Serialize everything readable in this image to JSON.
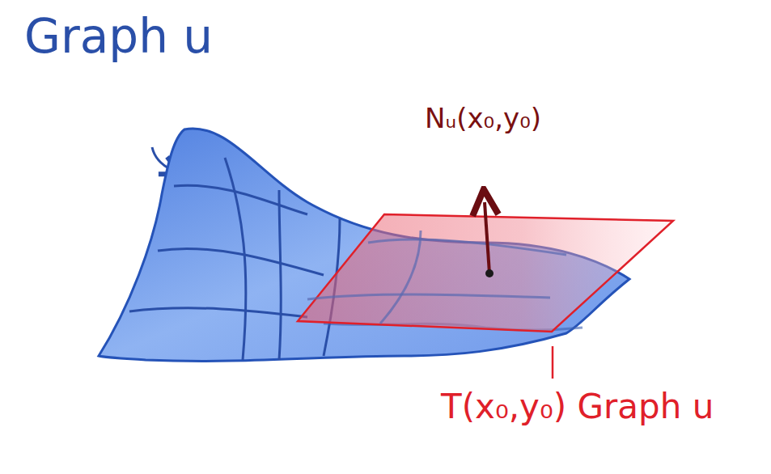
{
  "diagram": {
    "labels": [
      "Graph u",
      "Nᵤ(x₀,y₀)",
      "T(x₀,y₀) Graph u"
    ]
  }
}
